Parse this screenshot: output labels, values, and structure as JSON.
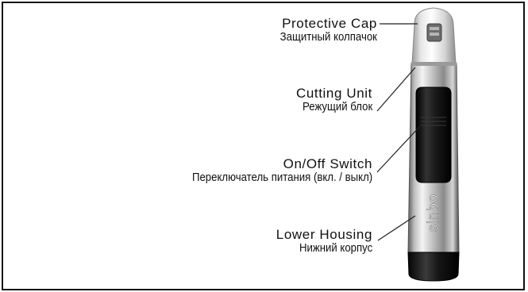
{
  "labels": {
    "protective_cap": {
      "en": "Protective Cap",
      "ru": "Защитный колпачок"
    },
    "cutting_unit": {
      "en": "Cutting Unit",
      "ru": "Режущий блок"
    },
    "on_off_switch": {
      "en": "On/Off Switch",
      "ru": "Переключатель питания (вкл. / выкл)"
    },
    "lower_housing": {
      "en": "Lower Housing",
      "ru": "Нижний корпус"
    }
  },
  "brand": "sinbo"
}
